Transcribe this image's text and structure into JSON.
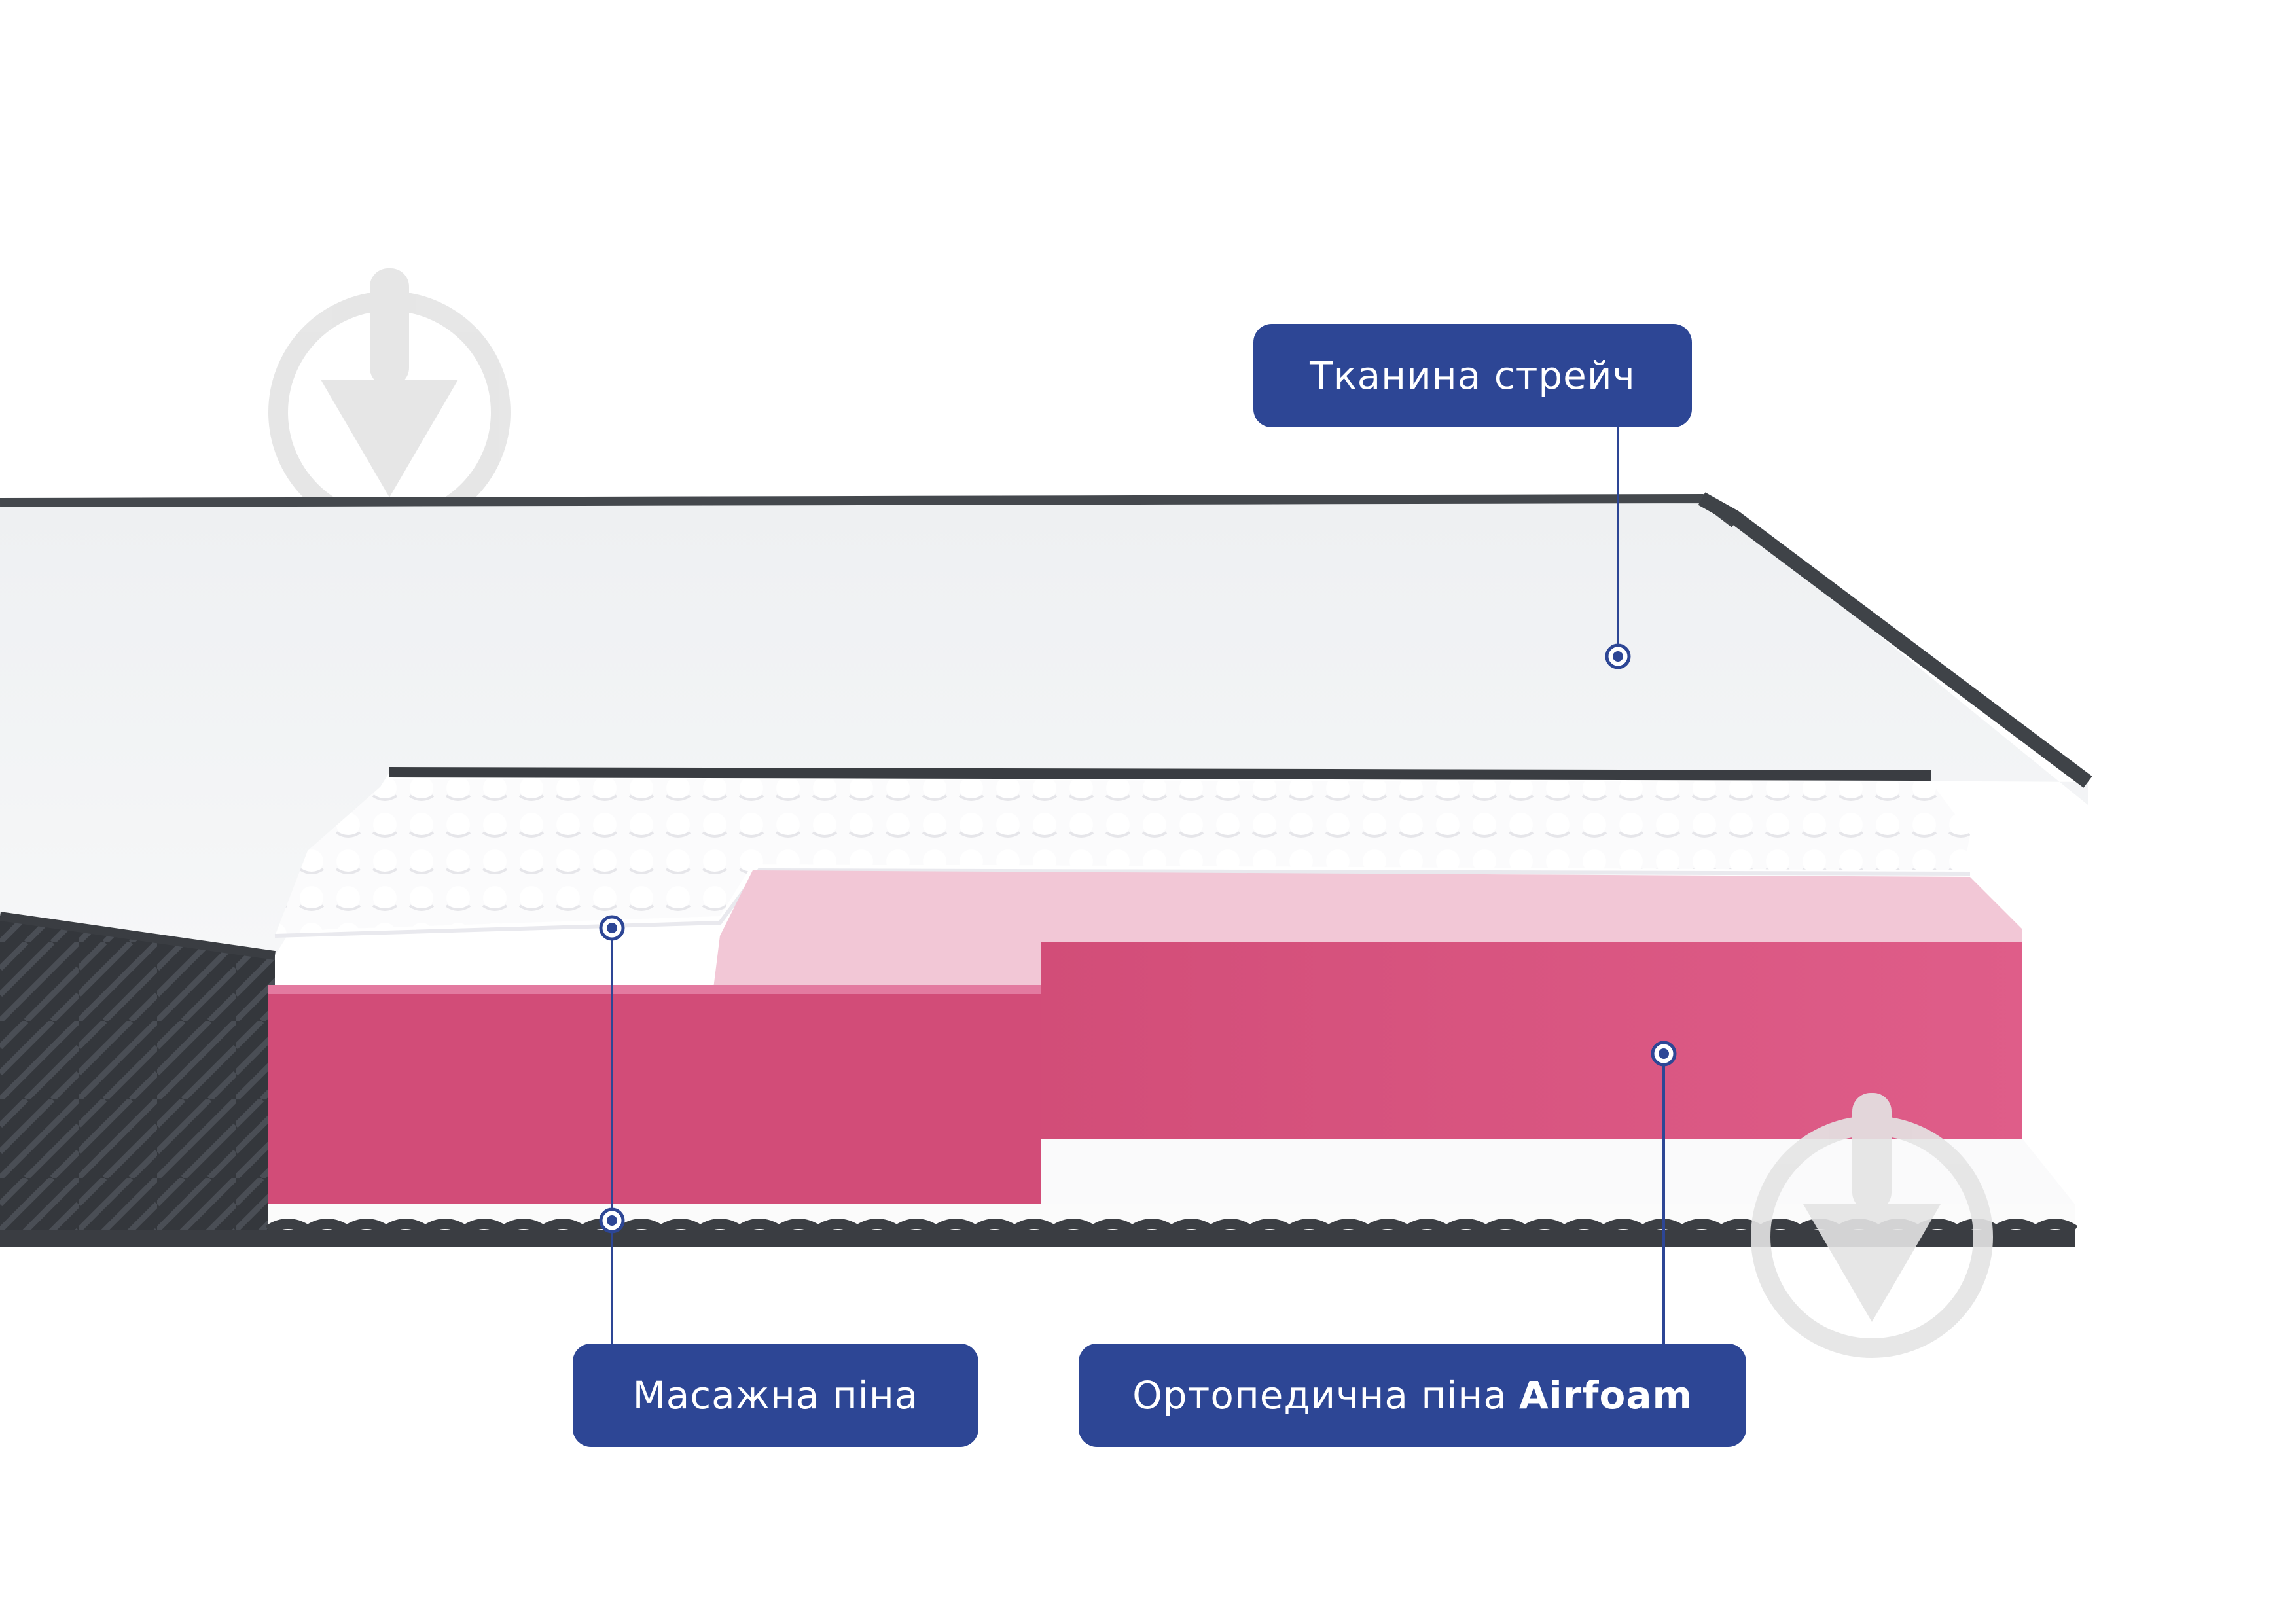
{
  "labels": {
    "fabric": "Тканина стрейч",
    "massage": "Масажна піна",
    "ortho_prefix": "Ортопедична піна",
    "ortho_brand": "Airfoam"
  },
  "icons": {
    "watermark": "download-arrow-circle-icon",
    "marker": "callout-dot-icon"
  },
  "colors": {
    "label_bg": "#2D4695",
    "label_text": "#FFFFFF",
    "cover_top": "#F1F2F4",
    "cover_side": "#3A3D42",
    "foam_white": "#FAFAFB",
    "foam_pink_light": "#F2C6D6",
    "foam_pink": "#DD5A87",
    "watermark": "#E4E4E4"
  }
}
